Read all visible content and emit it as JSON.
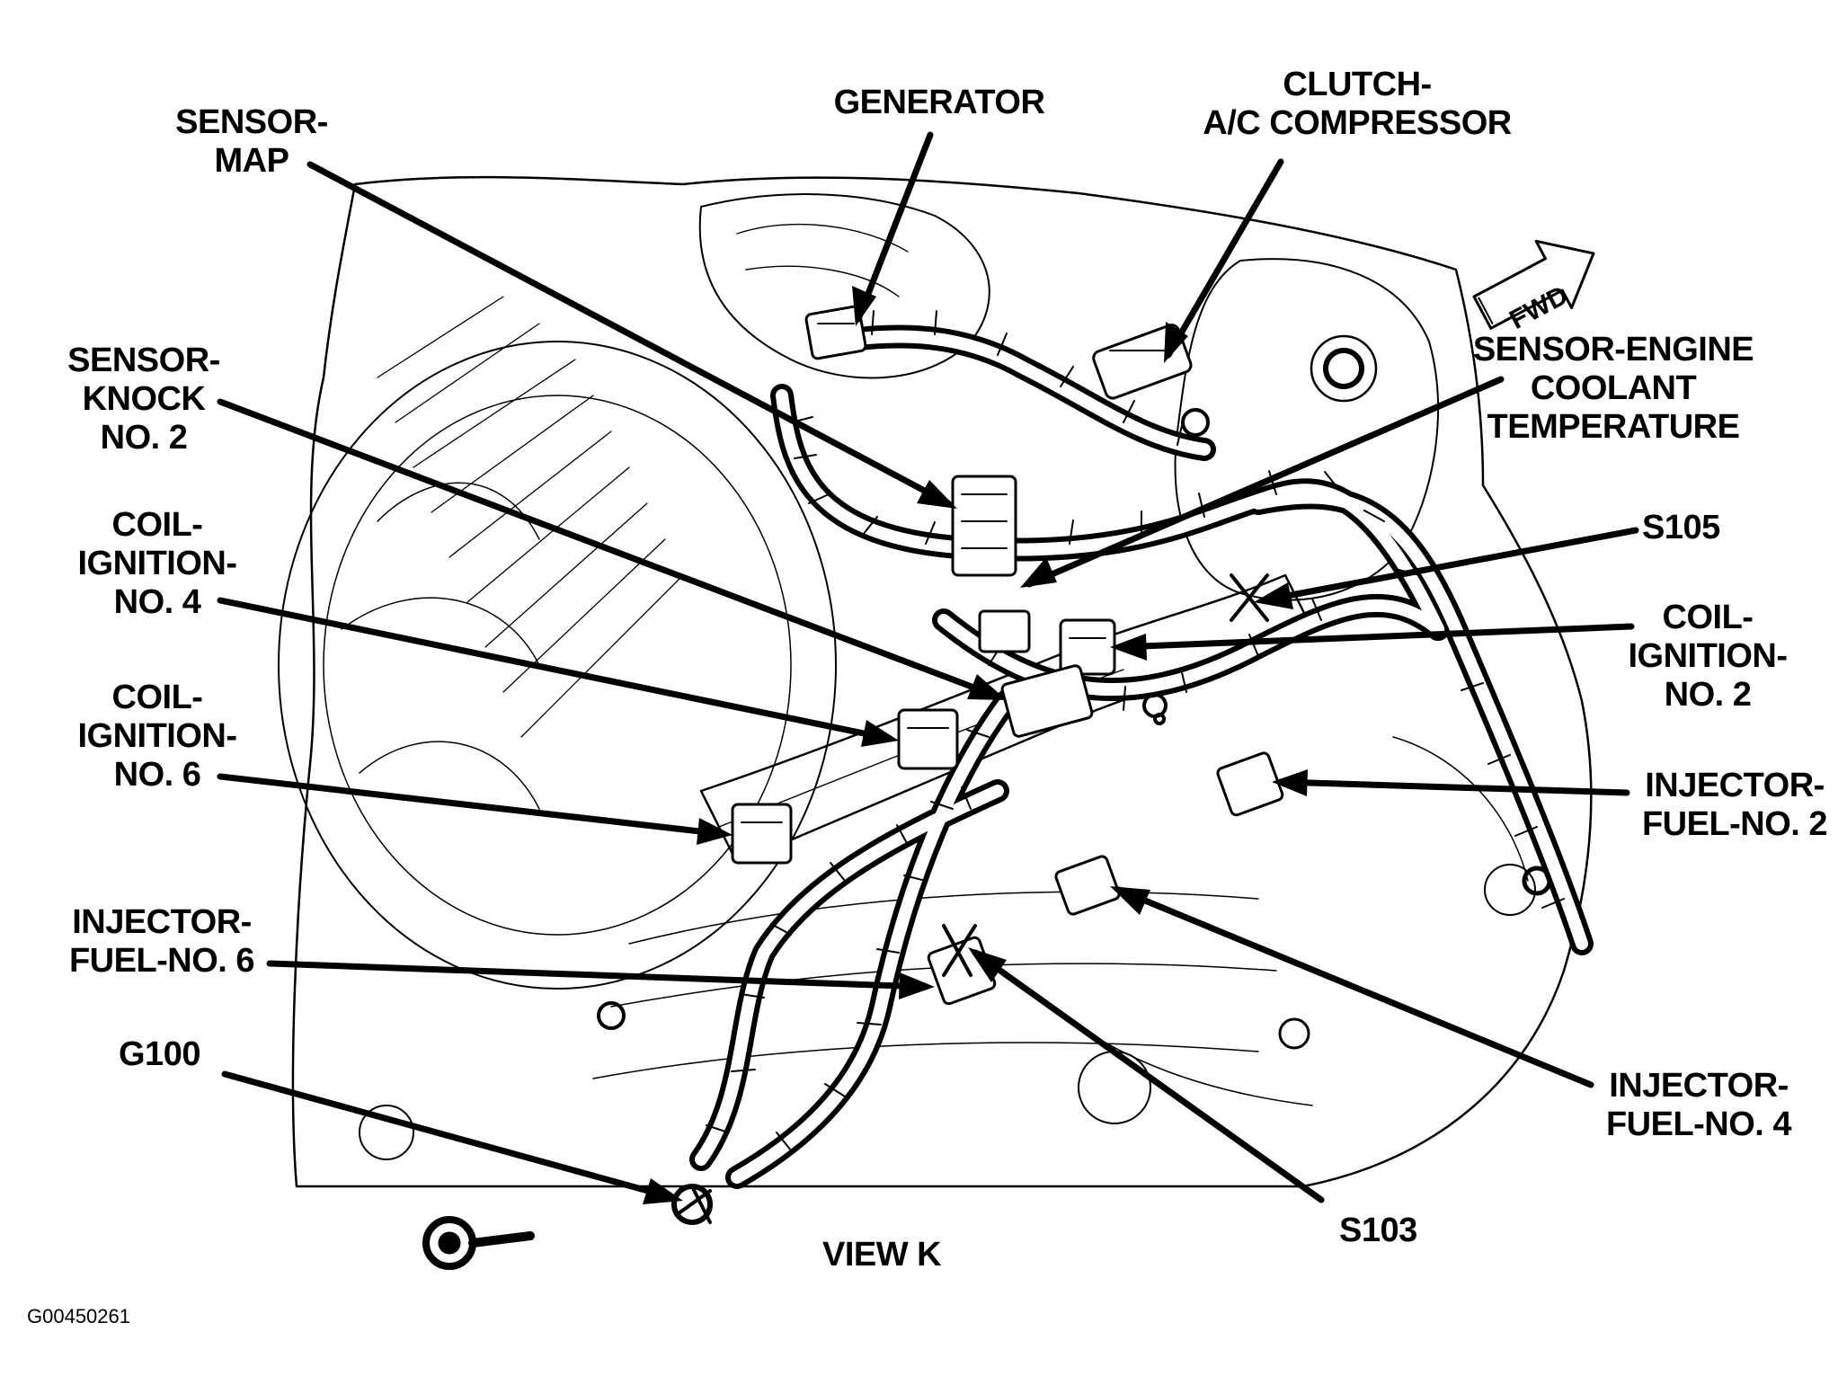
{
  "labels": {
    "sensor_map": "SENSOR-\nMAP",
    "generator": "GENERATOR",
    "clutch_ac": "CLUTCH-\nA/C COMPRESSOR",
    "sensor_knock": "SENSOR-\nKNOCK\nNO. 2",
    "sensor_ect": "SENSOR-ENGINE\nCOOLANT\nTEMPERATURE",
    "s105": "S105",
    "coil4": "COIL-\nIGNITION-\nNO. 4",
    "coil2": "COIL-\nIGNITION-\nNO. 2",
    "coil6": "COIL-\nIGNITION-\nNO. 6",
    "inj2": "INJECTOR-\nFUEL-NO. 2",
    "inj6": "INJECTOR-\nFUEL-NO. 6",
    "inj4": "INJECTOR-\nFUEL-NO. 4",
    "g100": "G100",
    "s103": "S103",
    "view": "VIEW K",
    "figure_code": "G00450261",
    "fwd": "FWD"
  }
}
